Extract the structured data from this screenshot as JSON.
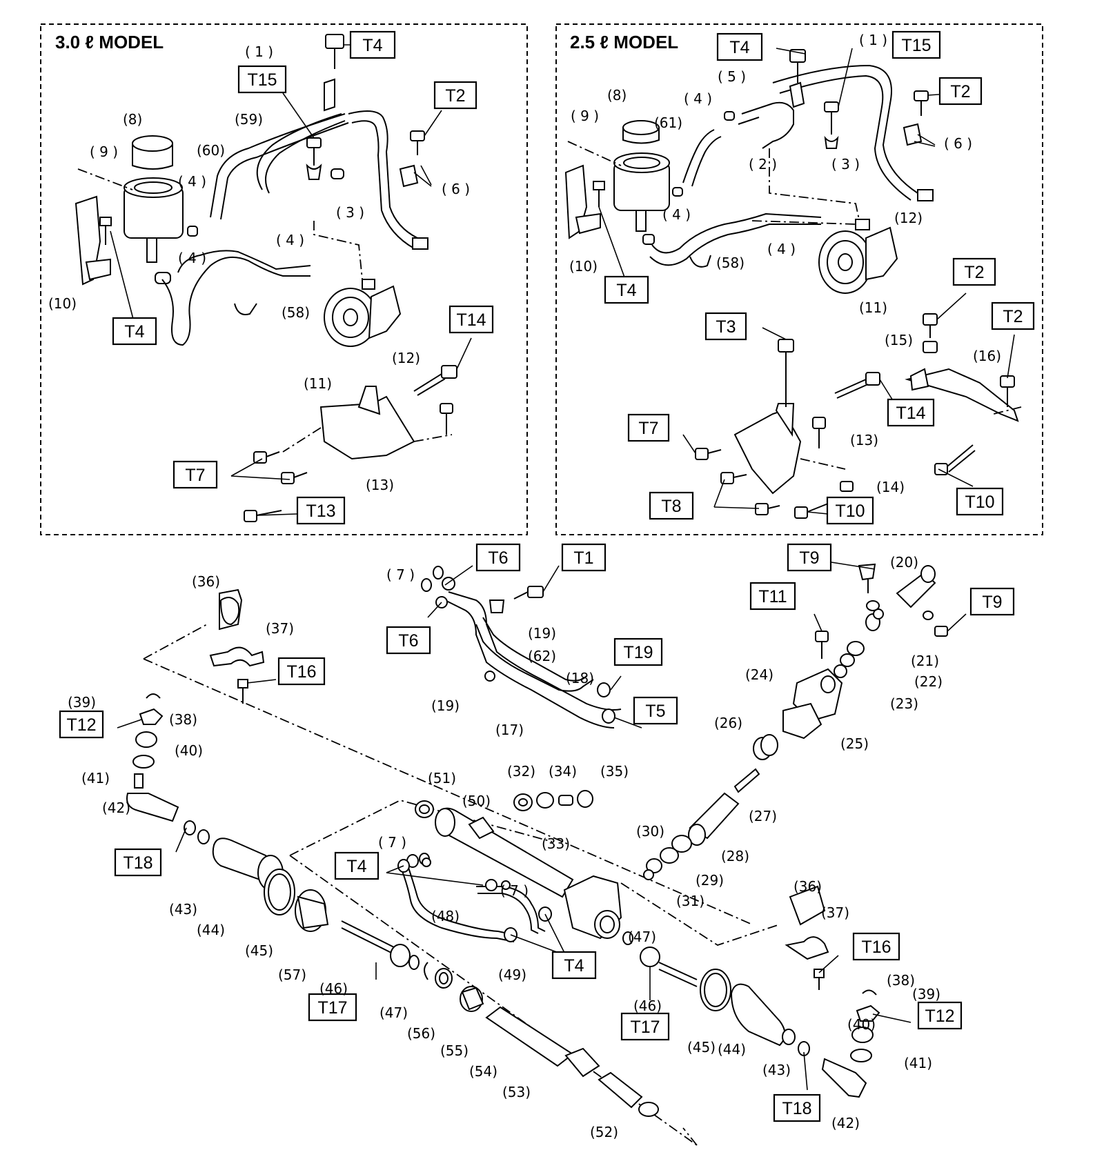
{
  "diagram": {
    "sections": [
      {
        "id": "model30",
        "title": "3.0 ℓ MODEL"
      },
      {
        "id": "model25",
        "title": "2.5 ℓ MODEL"
      }
    ],
    "torque_labels": [
      {
        "id": "a1",
        "text": "T4"
      },
      {
        "id": "a2",
        "text": "T15"
      },
      {
        "id": "a3",
        "text": "T2"
      },
      {
        "id": "a4",
        "text": "T4"
      },
      {
        "id": "a5",
        "text": "T14"
      },
      {
        "id": "a6",
        "text": "T7"
      },
      {
        "id": "a7",
        "text": "T13"
      },
      {
        "id": "b1",
        "text": "T4"
      },
      {
        "id": "b2",
        "text": "T15"
      },
      {
        "id": "b3",
        "text": "T2"
      },
      {
        "id": "b4",
        "text": "T4"
      },
      {
        "id": "b5",
        "text": "T2"
      },
      {
        "id": "b6",
        "text": "T3"
      },
      {
        "id": "b7",
        "text": "T2"
      },
      {
        "id": "b8",
        "text": "T14"
      },
      {
        "id": "b9",
        "text": "T7"
      },
      {
        "id": "b10",
        "text": "T8"
      },
      {
        "id": "b11",
        "text": "T10"
      },
      {
        "id": "b12",
        "text": "T10"
      },
      {
        "id": "c1",
        "text": "T6"
      },
      {
        "id": "c2",
        "text": "T1"
      },
      {
        "id": "c3",
        "text": "T6"
      },
      {
        "id": "c4",
        "text": "T9"
      },
      {
        "id": "c5",
        "text": "T9"
      },
      {
        "id": "c6",
        "text": "T11"
      },
      {
        "id": "c7",
        "text": "T19"
      },
      {
        "id": "c8",
        "text": "T5"
      },
      {
        "id": "c9",
        "text": "T16"
      },
      {
        "id": "c10",
        "text": "T12"
      },
      {
        "id": "c11",
        "text": "T18"
      },
      {
        "id": "c12",
        "text": "T4"
      },
      {
        "id": "c13",
        "text": "T4"
      },
      {
        "id": "c14",
        "text": "T17"
      },
      {
        "id": "c15",
        "text": "T17"
      },
      {
        "id": "c16",
        "text": "T16"
      },
      {
        "id": "c17",
        "text": "T12"
      },
      {
        "id": "c18",
        "text": "T18"
      }
    ],
    "part_labels": [
      {
        "id": "p1",
        "text": "( 1 )"
      },
      {
        "id": "p2",
        "text": "(8)"
      },
      {
        "id": "p3",
        "text": "( 9 )"
      },
      {
        "id": "p4",
        "text": "(59)"
      },
      {
        "id": "p5",
        "text": "(60)"
      },
      {
        "id": "p6",
        "text": "( 4 )"
      },
      {
        "id": "p7",
        "text": "( 3 )"
      },
      {
        "id": "p8",
        "text": "( 6 )"
      },
      {
        "id": "p9",
        "text": "( 4 )"
      },
      {
        "id": "p10",
        "text": "( 4 )"
      },
      {
        "id": "p11",
        "text": "(10)"
      },
      {
        "id": "p12",
        "text": "(58)"
      },
      {
        "id": "p13",
        "text": "(12)"
      },
      {
        "id": "p14",
        "text": "(11)"
      },
      {
        "id": "p15",
        "text": "(13)"
      },
      {
        "id": "q1",
        "text": "( 1 )"
      },
      {
        "id": "q2",
        "text": "( 5 )"
      },
      {
        "id": "q3",
        "text": "( 4 )"
      },
      {
        "id": "q4",
        "text": "(8)"
      },
      {
        "id": "q5",
        "text": "( 9 )"
      },
      {
        "id": "q6",
        "text": "(61)"
      },
      {
        "id": "q7",
        "text": "( 2 )"
      },
      {
        "id": "q8",
        "text": "( 3 )"
      },
      {
        "id": "q9",
        "text": "( 6 )"
      },
      {
        "id": "q10",
        "text": "( 4 )"
      },
      {
        "id": "q11",
        "text": "(12)"
      },
      {
        "id": "q12",
        "text": "(10)"
      },
      {
        "id": "q13",
        "text": "(58)"
      },
      {
        "id": "q14",
        "text": "( 4 )"
      },
      {
        "id": "q15",
        "text": "(11)"
      },
      {
        "id": "q16",
        "text": "(15)"
      },
      {
        "id": "q17",
        "text": "(16)"
      },
      {
        "id": "q18",
        "text": "(13)"
      },
      {
        "id": "q19",
        "text": "(14)"
      },
      {
        "id": "r1",
        "text": "(36)"
      },
      {
        "id": "r2",
        "text": "(37)"
      },
      {
        "id": "r3",
        "text": "( 7 )"
      },
      {
        "id": "r4",
        "text": "(19)"
      },
      {
        "id": "r5",
        "text": "(62)"
      },
      {
        "id": "r6",
        "text": "(18)"
      },
      {
        "id": "r7",
        "text": "(19)"
      },
      {
        "id": "r8",
        "text": "(17)"
      },
      {
        "id": "r9",
        "text": "(20)"
      },
      {
        "id": "r10",
        "text": "(21)"
      },
      {
        "id": "r11",
        "text": "(22)"
      },
      {
        "id": "r12",
        "text": "(24)"
      },
      {
        "id": "r13",
        "text": "(23)"
      },
      {
        "id": "r14",
        "text": "(26)"
      },
      {
        "id": "r15",
        "text": "(25)"
      },
      {
        "id": "r16",
        "text": "(39)"
      },
      {
        "id": "r17",
        "text": "(38)"
      },
      {
        "id": "r18",
        "text": "(40)"
      },
      {
        "id": "r19",
        "text": "(41)"
      },
      {
        "id": "r20",
        "text": "(42)"
      },
      {
        "id": "r21",
        "text": "(51)"
      },
      {
        "id": "r22",
        "text": "(50)"
      },
      {
        "id": "r23",
        "text": "(32)"
      },
      {
        "id": "r24",
        "text": "(34)"
      },
      {
        "id": "r25",
        "text": "(35)"
      },
      {
        "id": "r26",
        "text": "(33)"
      },
      {
        "id": "r27",
        "text": "(27)"
      },
      {
        "id": "r28",
        "text": "(30)"
      },
      {
        "id": "r29",
        "text": "(28)"
      },
      {
        "id": "r30",
        "text": "(29)"
      },
      {
        "id": "r31",
        "text": "(31)"
      },
      {
        "id": "r32",
        "text": "(43)"
      },
      {
        "id": "r33",
        "text": "(44)"
      },
      {
        "id": "r34",
        "text": "( 7 )"
      },
      {
        "id": "r35",
        "text": "( 7 )"
      },
      {
        "id": "r36",
        "text": "(48)"
      },
      {
        "id": "r37",
        "text": "(36)"
      },
      {
        "id": "r38",
        "text": "(37)"
      },
      {
        "id": "r39",
        "text": "(45)"
      },
      {
        "id": "r40",
        "text": "(57)"
      },
      {
        "id": "r41",
        "text": "(49)"
      },
      {
        "id": "r42",
        "text": "(47)"
      },
      {
        "id": "r43",
        "text": "(46)"
      },
      {
        "id": "r44",
        "text": "(47)"
      },
      {
        "id": "r45",
        "text": "(56)"
      },
      {
        "id": "r46",
        "text": "(55)"
      },
      {
        "id": "r47",
        "text": "(54)"
      },
      {
        "id": "r48",
        "text": "(53)"
      },
      {
        "id": "r49",
        "text": "(46)"
      },
      {
        "id": "r50",
        "text": "(45)"
      },
      {
        "id": "r51",
        "text": "(44)"
      },
      {
        "id": "r52",
        "text": "(43)"
      },
      {
        "id": "r53",
        "text": "(38)"
      },
      {
        "id": "r54",
        "text": "(39)"
      },
      {
        "id": "r55",
        "text": "(40)"
      },
      {
        "id": "r56",
        "text": "(41)"
      },
      {
        "id": "r57",
        "text": "(42)"
      },
      {
        "id": "r58",
        "text": "(52)"
      }
    ]
  }
}
